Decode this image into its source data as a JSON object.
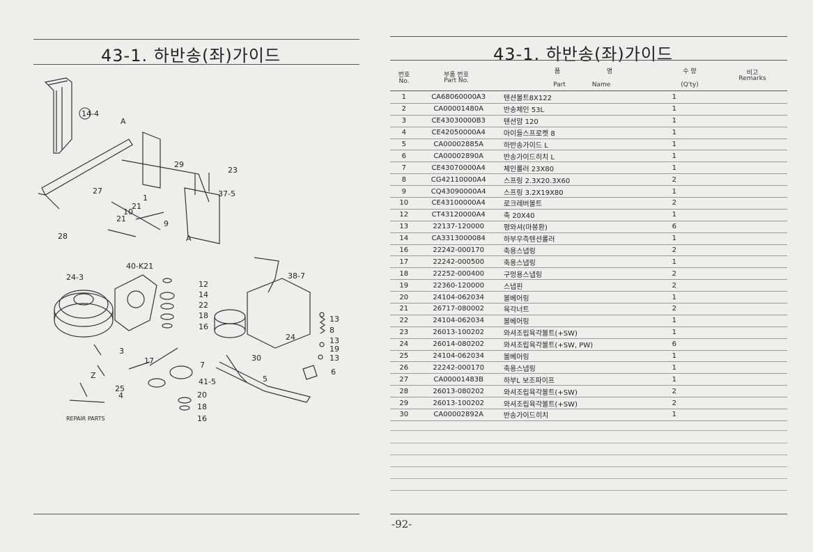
{
  "left_page": {
    "title": "43-1. 하반송(좌)가이드",
    "diagram": {
      "callouts": [
        "14-4",
        "27",
        "28",
        "A",
        "29",
        "23",
        "37-5",
        "21",
        "10",
        "21",
        "1",
        "9",
        "A",
        "24-3",
        "40-K21",
        "12",
        "14",
        "22",
        "18",
        "16",
        "3",
        "17",
        "7",
        "41-5",
        "20",
        "18",
        "16",
        "38-7",
        "13",
        "8",
        "13",
        "19",
        "13",
        "6",
        "24",
        "30",
        "5",
        "Z",
        "25",
        "4",
        "REPAIR PARTS"
      ]
    }
  },
  "right_page": {
    "title": "43-1. 하반송(좌)가이드",
    "header": {
      "no_ko": "번호",
      "no_en": "No.",
      "part_ko": "부품 번호",
      "part_en": "Part  No.",
      "name_ko_1": "품",
      "name_ko_2": "명",
      "name_en_1": "Part",
      "name_en_2": "Name",
      "qty_ko": "수 량",
      "qty_en": "(Q'ty)",
      "remarks_ko": "비고",
      "remarks_en": "Remarks"
    },
    "rows": [
      {
        "no": "1",
        "part": "CA68060000A3",
        "name": "텐션볼트8X122",
        "qty": "1"
      },
      {
        "no": "2",
        "part": "CA00001480A",
        "name": "반송체인 53L",
        "qty": "1"
      },
      {
        "no": "3",
        "part": "CE43030000B3",
        "name": "텐션암 120",
        "qty": "1"
      },
      {
        "no": "4",
        "part": "CE42050000A4",
        "name": "아이들스프로켓 8",
        "qty": "1"
      },
      {
        "no": "5",
        "part": "CA00002885A",
        "name": "하반송가이드 L",
        "qty": "1"
      },
      {
        "no": "6",
        "part": "CA00002890A",
        "name": "반송가이드히치 L",
        "qty": "1"
      },
      {
        "no": "7",
        "part": "CE43070000A4",
        "name": "체인롤러 23X80",
        "qty": "1"
      },
      {
        "no": "8",
        "part": "CG42110000A4",
        "name": "스프링 2.3X20.3X60",
        "qty": "2"
      },
      {
        "no": "9",
        "part": "CQ43090000A4",
        "name": "스프링 3.2X19X80",
        "qty": "1"
      },
      {
        "no": "10",
        "part": "CE43100000A4",
        "name": "로크레버볼트",
        "qty": "2"
      },
      {
        "no": "12",
        "part": "CT43120000A4",
        "name": "축 20X40",
        "qty": "1"
      },
      {
        "no": "13",
        "part": "22137-120000",
        "name": "평와셔(마봉환)",
        "qty": "6"
      },
      {
        "no": "14",
        "part": "CA3313000084",
        "name": "하부우측텐션롤러",
        "qty": "1"
      },
      {
        "no": "16",
        "part": "22242-000170",
        "name": "축용스냅링",
        "qty": "2"
      },
      {
        "no": "17",
        "part": "22242-000500",
        "name": "축용스냅링",
        "qty": "1"
      },
      {
        "no": "18",
        "part": "22252-000400",
        "name": "구멍용스냅링",
        "qty": "2"
      },
      {
        "no": "19",
        "part": "22360-120000",
        "name": "스냅핀",
        "qty": "2"
      },
      {
        "no": "20",
        "part": "24104-062034",
        "name": "볼베어링",
        "qty": "1"
      },
      {
        "no": "21",
        "part": "26717-080002",
        "name": "육각너트",
        "qty": "2"
      },
      {
        "no": "22",
        "part": "24104-062034",
        "name": "볼베어링",
        "qty": "1"
      },
      {
        "no": "23",
        "part": "26013-100202",
        "name": "와셔조립육각볼트(+SW)",
        "qty": "1"
      },
      {
        "no": "24",
        "part": "26014-080202",
        "name": "와셔조립육각볼트(+SW, PW)",
        "qty": "6"
      },
      {
        "no": "25",
        "part": "24104-062034",
        "name": "볼베어링",
        "qty": "1"
      },
      {
        "no": "26",
        "part": "22242-000170",
        "name": "축용스냅링",
        "qty": "1"
      },
      {
        "no": "27",
        "part": "CA00001483B",
        "name": "하부L 보조파이프",
        "qty": "1"
      },
      {
        "no": "28",
        "part": "26013-080202",
        "name": "와셔조립육각볼트(+SW)",
        "qty": "2"
      },
      {
        "no": "29",
        "part": "26013-100202",
        "name": "와셔조립육각볼트(+SW)",
        "qty": "2"
      },
      {
        "no": "30",
        "part": "CA00002892A",
        "name": "반송가이드히치",
        "qty": "1"
      }
    ],
    "page_number": "-92-"
  }
}
